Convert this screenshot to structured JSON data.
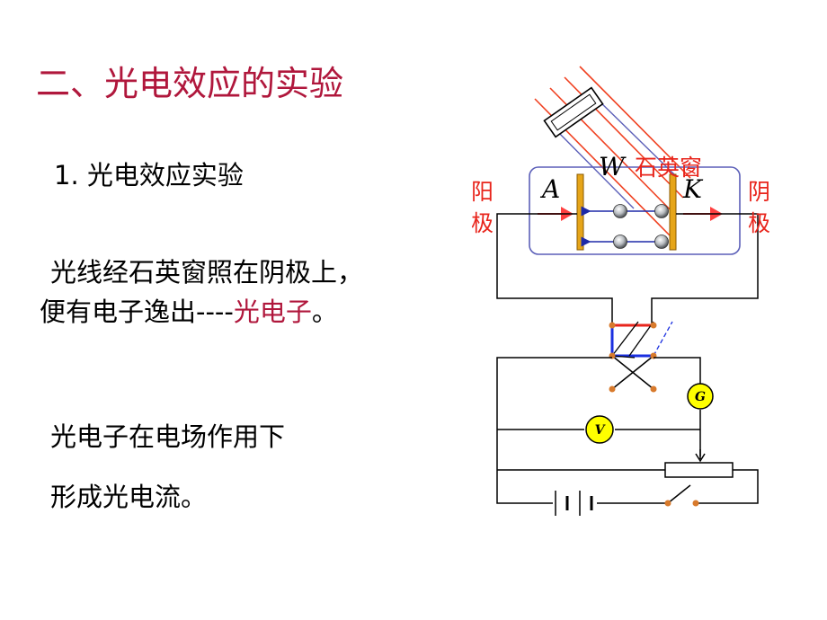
{
  "heading": "二、光电效应的实验",
  "section": "1.  光电效应实验",
  "para1": {
    "line1": "光线经石英窗照在阴极上，",
    "line2_prefix": "便有电子逸出----",
    "line2_highlight": "光电子",
    "line2_suffix": "。"
  },
  "para2": {
    "line1": "光电子在电场作用下",
    "line2": "形成光电流。"
  },
  "diagram": {
    "label_anode": [
      "阳",
      "极"
    ],
    "label_cathode": [
      "阴",
      "极"
    ],
    "label_window": "石英窗",
    "label_A": "A",
    "label_K": "K",
    "label_W": "W",
    "meter_G": "G",
    "meter_V": "V",
    "colors": {
      "tube_border": "#5b5fb8",
      "electrode": "#e6a519",
      "light_ray": "#f04020",
      "arrow_red": "#ff4040",
      "arrow_blue": "#1e2aa8",
      "meter_fill": "#ffff00",
      "switch_red": "#e8251c",
      "switch_blue": "#1a2fe0",
      "node": "#d87a2c"
    }
  }
}
